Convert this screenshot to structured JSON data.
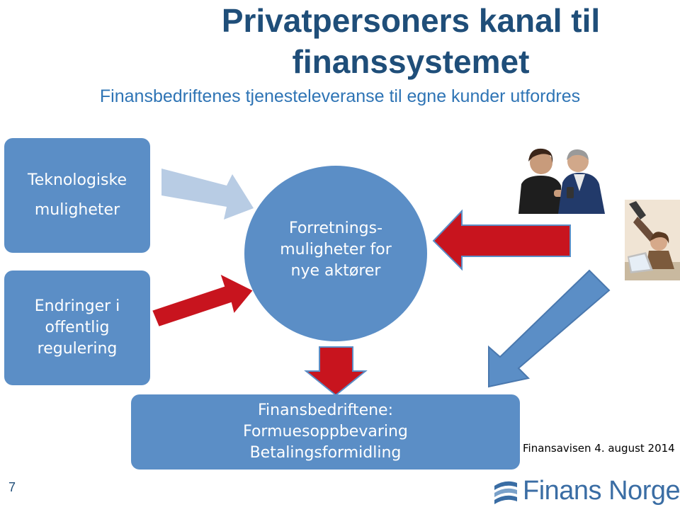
{
  "title": "Privatpersoners kanal til finanssystemet",
  "subtitle": "Finansbedriftenes tjenesteleveranse til egne kunder utfordres",
  "boxes": {
    "tech": "Teknologiske\nmuligheter",
    "regulation": "Endringer i\noffentlig\nregulering",
    "center": "Forretnings-\nmuligheter for\nnye aktører",
    "bottom": "Finansbedriftene:\nFormuesoppbevaring\nBetalingsformidling"
  },
  "caption": "Finansavisen 4. august 2014",
  "slide_number": "7",
  "logo_text": "Finans Norge",
  "colors": {
    "box_blue": "#5b8ec6",
    "title_blue": "#1f4e79",
    "arrow_red": "#c8141e",
    "arrow_lightblue": "#b8cce4",
    "arrow_blue": "#5b8ec6"
  },
  "icons": [
    "people-photo",
    "laptop-photo",
    "finans-norge-logo-icon"
  ]
}
